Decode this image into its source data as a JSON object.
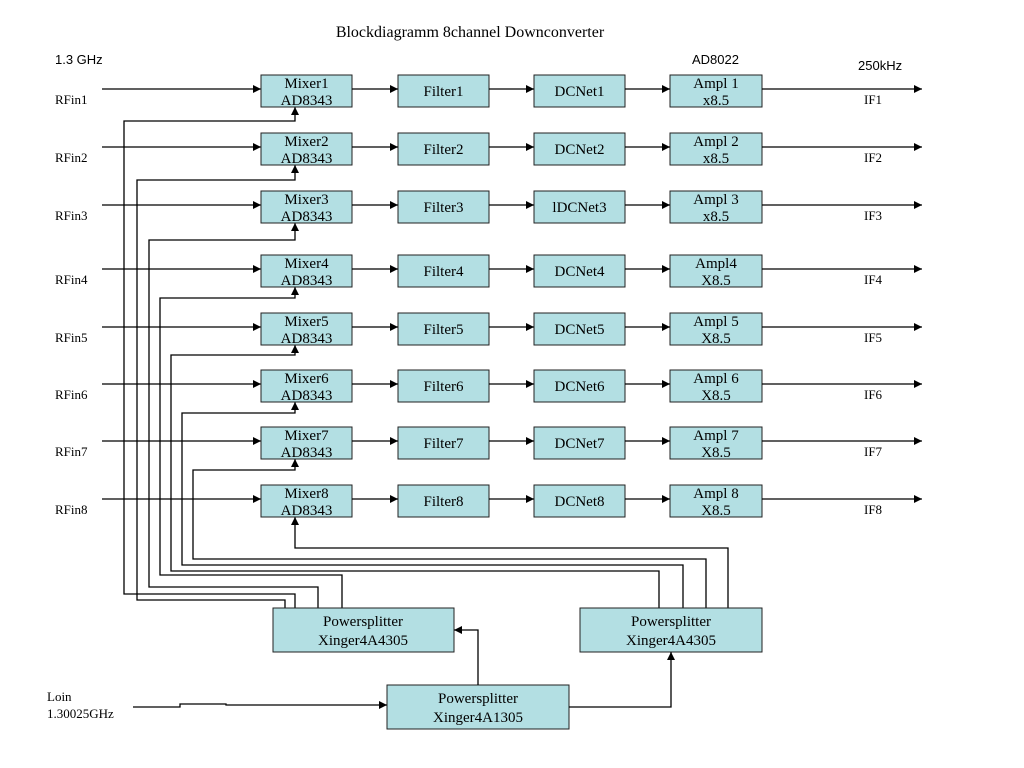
{
  "title": "Blockdiagramm 8channel Downconverter",
  "header_labels": {
    "input_freq": "1.3 GHz",
    "amp_part": "AD8022",
    "output_freq": "250kHz"
  },
  "channels": [
    {
      "input": "RFin1",
      "mixer": [
        "Mixer1",
        "AD8343"
      ],
      "filter": "Filter1",
      "dcnet": "DCNet1",
      "amp": [
        "Ampl 1",
        "x8.5"
      ],
      "output": "IF1"
    },
    {
      "input": "RFin2",
      "mixer": [
        "Mixer2",
        "AD8343"
      ],
      "filter": "Filter2",
      "dcnet": "DCNet2",
      "amp": [
        "Ampl 2",
        "x8.5"
      ],
      "output": "IF2"
    },
    {
      "input": "RFin3",
      "mixer": [
        "Mixer3",
        "AD8343"
      ],
      "filter": "Filter3",
      "dcnet": "lDCNet3",
      "amp": [
        "Ampl 3",
        "x8.5"
      ],
      "output": "IF3"
    },
    {
      "input": "RFin4",
      "mixer": [
        "Mixer4",
        "AD8343"
      ],
      "filter": "Filter4",
      "dcnet": "DCNet4",
      "amp": [
        "Ampl4",
        "X8.5"
      ],
      "output": "IF4"
    },
    {
      "input": "RFin5",
      "mixer": [
        "Mixer5",
        "AD8343"
      ],
      "filter": "Filter5",
      "dcnet": "DCNet5",
      "amp": [
        "Ampl 5",
        "X8.5"
      ],
      "output": "IF5"
    },
    {
      "input": "RFin6",
      "mixer": [
        "Mixer6",
        "AD8343"
      ],
      "filter": "Filter6",
      "dcnet": "DCNet6",
      "amp": [
        "Ampl 6",
        "X8.5"
      ],
      "output": "IF6"
    },
    {
      "input": "RFin7",
      "mixer": [
        "Mixer7",
        "AD8343"
      ],
      "filter": "Filter7",
      "dcnet": "DCNet7",
      "amp": [
        "Ampl 7",
        "X8.5"
      ],
      "output": "IF7"
    },
    {
      "input": "RFin8",
      "mixer": [
        "Mixer8",
        "AD8343"
      ],
      "filter": "Filter8",
      "dcnet": "DCNet8",
      "amp": [
        "Ampl 8",
        "X8.5"
      ],
      "output": "IF8"
    }
  ],
  "splitters": {
    "left": [
      "Powersplitter",
      "Xinger4A4305"
    ],
    "right": [
      "Powersplitter",
      "Xinger4A4305"
    ],
    "main": [
      "Powersplitter",
      "Xinger4A1305"
    ]
  },
  "lo_input": [
    "Loin",
    "1.30025GHz"
  ]
}
